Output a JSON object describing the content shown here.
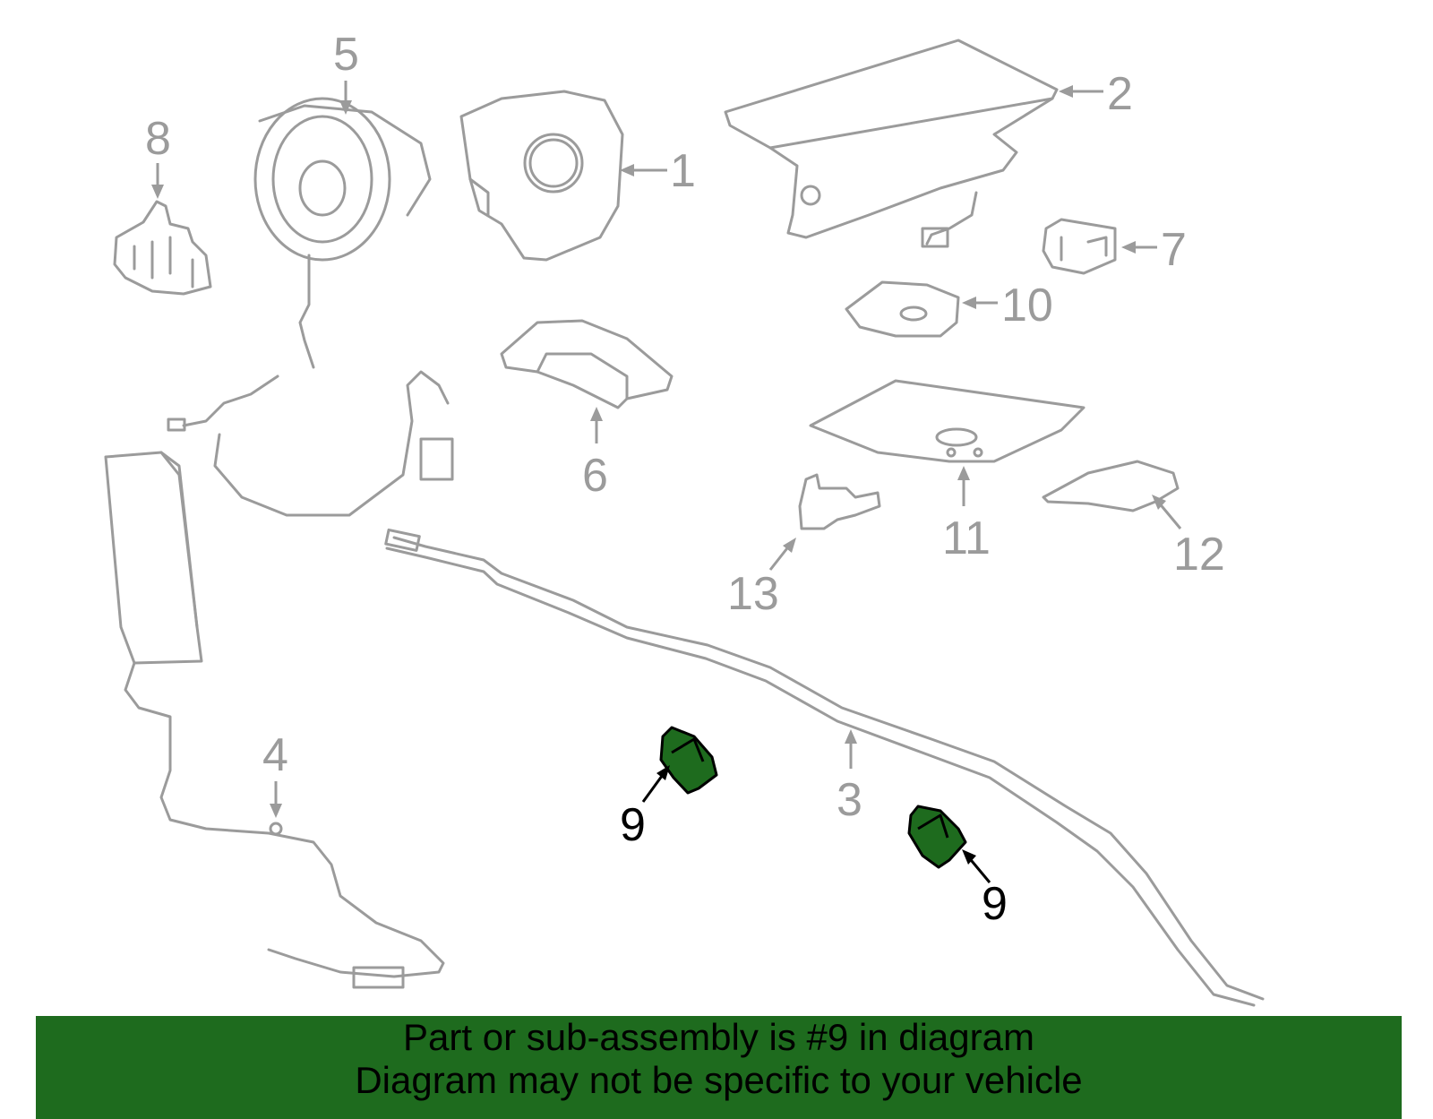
{
  "colors": {
    "highlight": "#1e6b1e",
    "banner_bg": "#1e6b1e",
    "parts_gray": "#9b9b9b",
    "callout_highlight": "#000000"
  },
  "callouts": {
    "c1": "1",
    "c2": "2",
    "c3": "3",
    "c4": "4",
    "c5": "5",
    "c6": "6",
    "c7": "7",
    "c8": "8",
    "c9a": "9",
    "c9b": "9",
    "c10": "10",
    "c11": "11",
    "c12": "12",
    "c13": "13"
  },
  "banner": {
    "line1": "Part or sub-assembly is #9 in diagram",
    "line2": "Diagram may not be specific to your vehicle"
  }
}
